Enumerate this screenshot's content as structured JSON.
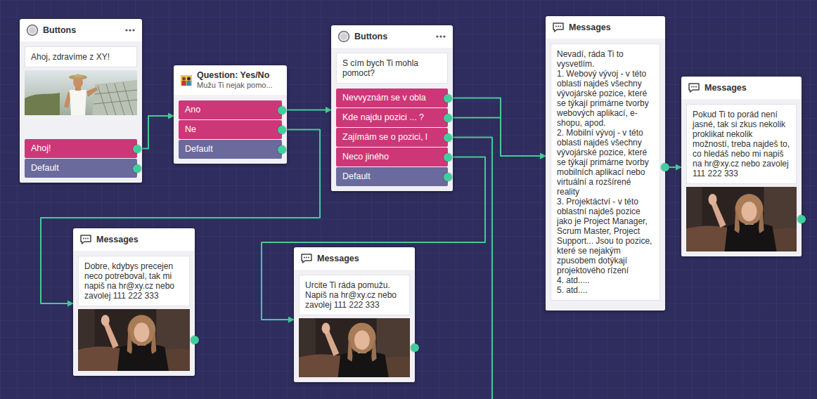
{
  "diagram": {
    "nodes": [
      {
        "text": [
          "Buttons",
          "Ahoj, zdravíme z XY!"
        ]
      },
      {
        "text": [
          "Ahoj!"
        ],
        "in": 0
      },
      {
        "text": [
          "Default"
        ],
        "in": 0
      },
      {
        "text": [
          "Question: Yes/No",
          "Mužu Ti nejak pomo..."
        ]
      },
      {
        "text": [
          "Ano"
        ],
        "in": 3
      },
      {
        "text": [
          "Ne"
        ],
        "in": 3
      },
      {
        "text": [
          "Default"
        ],
        "in": 3
      },
      {
        "text": [
          "Buttons",
          "S cím bych Ti mohla pomoct?"
        ]
      },
      {
        "text": [
          "Nevvyznám se v obla"
        ],
        "in": 7
      },
      {
        "text": [
          "Kde najdu pozici ... ?"
        ],
        "in": 7
      },
      {
        "text": [
          "Zajímám se o pozici, l"
        ],
        "in": 7
      },
      {
        "text": [
          "Neco jiného"
        ],
        "in": 7
      },
      {
        "text": [
          "Default"
        ],
        "in": 7
      },
      {
        "text": [
          "Messages",
          "Nevadí, ráda Ti to vysvetlím.",
          "1. Webový vývoj - v této oblasti najdeš všechny vývojárské pozice, které se týkají primárne tvorby webových aplikací, e-shopu, apod.",
          "2. Mobilní vývoj - v této oblasti najdeš všechny vývojárské pozice, které se týkají primárne tvorby mobilních aplikací nebo virtuální a rozšírené reality",
          "3. Projektáctví - v této oblastní najdeš pozice jako je Project Manager, Scrum Master, Project Support... Jsou to pozice, které se nejakým zpusobem dotýkají projektového rízení",
          "4. atd.....",
          "5. atd...."
        ]
      },
      {
        "text": [
          "Messages",
          "Pokud Ti to porád není jasné, tak si zkus nekolik proklikat nekolik možností, treba najdeš to, co hledáš nebo mi napiš na hr@xy.cz nebo zavolej 111 222 333"
        ]
      },
      {
        "text": [
          "Messages",
          "Dobre, kdybys precejen neco potreboval, tak mi napiš na hr@xy.cz nebo zavolej 111 222 333"
        ]
      },
      {
        "text": [
          "Messages",
          "Urcite Ti ráda pomužu. Napiš na hr@xy.cz nebo zavolej 111 222 333"
        ]
      }
    ],
    "edges": [
      {
        "from": 1,
        "to": 3,
        "arrow": "to"
      },
      {
        "from": 4,
        "to": 7,
        "arrow": "to"
      },
      {
        "from": 5,
        "to": 15,
        "arrow": "to"
      },
      {
        "from": 8,
        "to": 13,
        "arrow": "to"
      },
      {
        "from": 9,
        "to": 13,
        "arrow": "to"
      },
      {
        "from": 11,
        "to": 16,
        "arrow": "to"
      },
      {
        "from": 13,
        "to": 14,
        "arrow": "to"
      }
    ]
  }
}
